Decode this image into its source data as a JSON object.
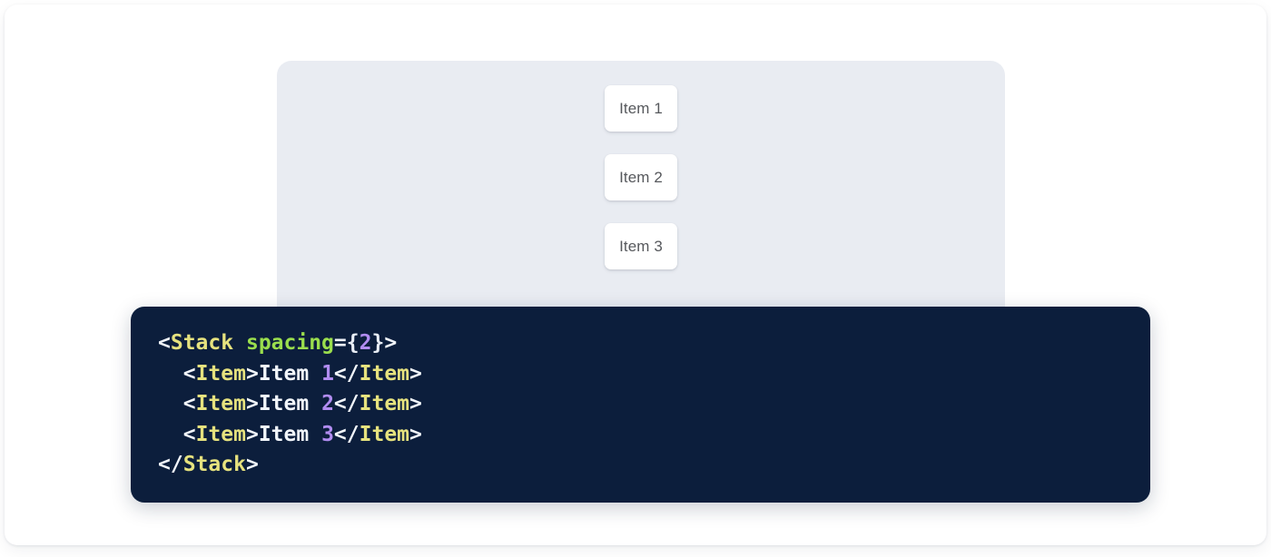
{
  "preview": {
    "panel_bg": "#e9ecf2",
    "stack": {
      "direction": "vertical",
      "spacing": 2,
      "items": [
        {
          "label": "Item 1"
        },
        {
          "label": "Item 2"
        },
        {
          "label": "Item 3"
        }
      ]
    }
  },
  "code_block": {
    "background": "#0c1e3c",
    "language": "jsx",
    "plain_text": "<Stack spacing={2}>\n  <Item>Item 1</Item>\n  <Item>Item 2</Item>\n  <Item>Item 3</Item>\n</Stack>",
    "lines": [
      {
        "indent": "",
        "tokens": [
          {
            "t": "<",
            "c": "punct"
          },
          {
            "t": "Stack",
            "c": "tag"
          },
          {
            "t": " ",
            "c": "text"
          },
          {
            "t": "spacing",
            "c": "attr"
          },
          {
            "t": "=",
            "c": "punct"
          },
          {
            "t": "{",
            "c": "brace"
          },
          {
            "t": "2",
            "c": "num"
          },
          {
            "t": "}",
            "c": "brace"
          },
          {
            "t": ">",
            "c": "punct"
          }
        ]
      },
      {
        "indent": "  ",
        "tokens": [
          {
            "t": "<",
            "c": "punct"
          },
          {
            "t": "Item",
            "c": "tag"
          },
          {
            "t": ">",
            "c": "punct"
          },
          {
            "t": "Item ",
            "c": "text"
          },
          {
            "t": "1",
            "c": "num"
          },
          {
            "t": "</",
            "c": "punct"
          },
          {
            "t": "Item",
            "c": "tag"
          },
          {
            "t": ">",
            "c": "punct"
          }
        ]
      },
      {
        "indent": "  ",
        "tokens": [
          {
            "t": "<",
            "c": "punct"
          },
          {
            "t": "Item",
            "c": "tag"
          },
          {
            "t": ">",
            "c": "punct"
          },
          {
            "t": "Item ",
            "c": "text"
          },
          {
            "t": "2",
            "c": "num"
          },
          {
            "t": "</",
            "c": "punct"
          },
          {
            "t": "Item",
            "c": "tag"
          },
          {
            "t": ">",
            "c": "punct"
          }
        ]
      },
      {
        "indent": "  ",
        "tokens": [
          {
            "t": "<",
            "c": "punct"
          },
          {
            "t": "Item",
            "c": "tag"
          },
          {
            "t": ">",
            "c": "punct"
          },
          {
            "t": "Item ",
            "c": "text"
          },
          {
            "t": "3",
            "c": "num"
          },
          {
            "t": "</",
            "c": "punct"
          },
          {
            "t": "Item",
            "c": "tag"
          },
          {
            "t": ">",
            "c": "punct"
          }
        ]
      },
      {
        "indent": "",
        "tokens": [
          {
            "t": "</",
            "c": "punct"
          },
          {
            "t": "Stack",
            "c": "tag"
          },
          {
            "t": ">",
            "c": "punct"
          }
        ]
      }
    ],
    "colors": {
      "tag": "#e6e27e",
      "attr": "#9ade4d",
      "number": "#b18cf0",
      "punct": "#f2f6fb",
      "text": "#f2f6fb"
    }
  }
}
